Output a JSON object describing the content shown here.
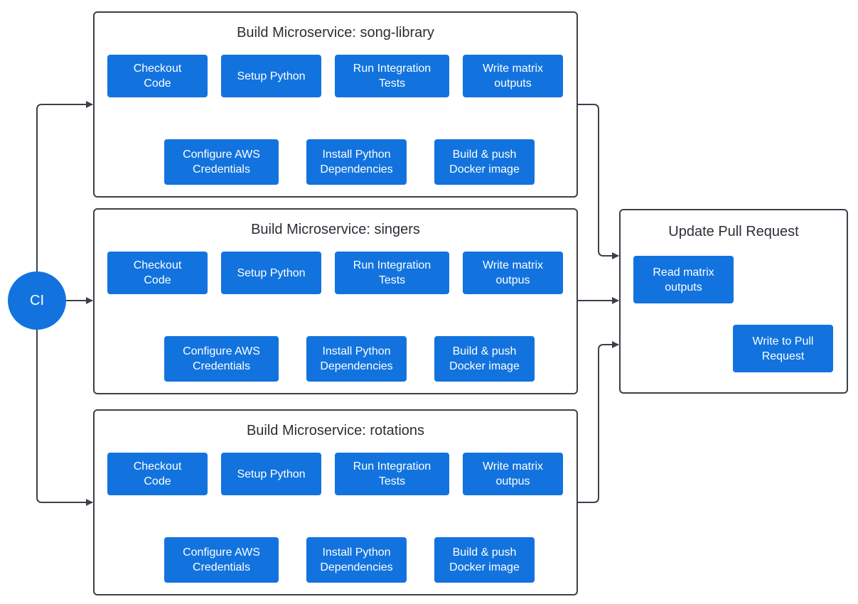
{
  "ci": {
    "label": "CI"
  },
  "groups": [
    {
      "title": "Build Microservice: song-library",
      "steps": {
        "checkout": "Checkout\nCode",
        "setup_python": "Setup Python",
        "run_tests": "Run Integration\nTests",
        "write_outputs": "Write matrix\noutputs",
        "configure_aws": "Configure AWS\nCredentials",
        "install_deps": "Install Python\nDependencies",
        "build_push": "Build & push\nDocker image"
      }
    },
    {
      "title": "Build Microservice: singers",
      "steps": {
        "checkout": "Checkout\nCode",
        "setup_python": "Setup Python",
        "run_tests": "Run Integration\nTests",
        "write_outputs": "Write matrix\noutpus",
        "configure_aws": "Configure AWS\nCredentials",
        "install_deps": "Install Python\nDependencies",
        "build_push": "Build & push\nDocker image"
      }
    },
    {
      "title": "Build Microservice: rotations",
      "steps": {
        "checkout": "Checkout\nCode",
        "setup_python": "Setup Python",
        "run_tests": "Run Integration\nTests",
        "write_outputs": "Write matrix\noutpus",
        "configure_aws": "Configure AWS\nCredentials",
        "install_deps": "Install Python\nDependencies",
        "build_push": "Build & push\nDocker image"
      }
    }
  ],
  "update_pr": {
    "title": "Update Pull Request",
    "read_outputs": "Read matrix\noutputs",
    "write_pr": "Write to Pull\nRequest"
  }
}
